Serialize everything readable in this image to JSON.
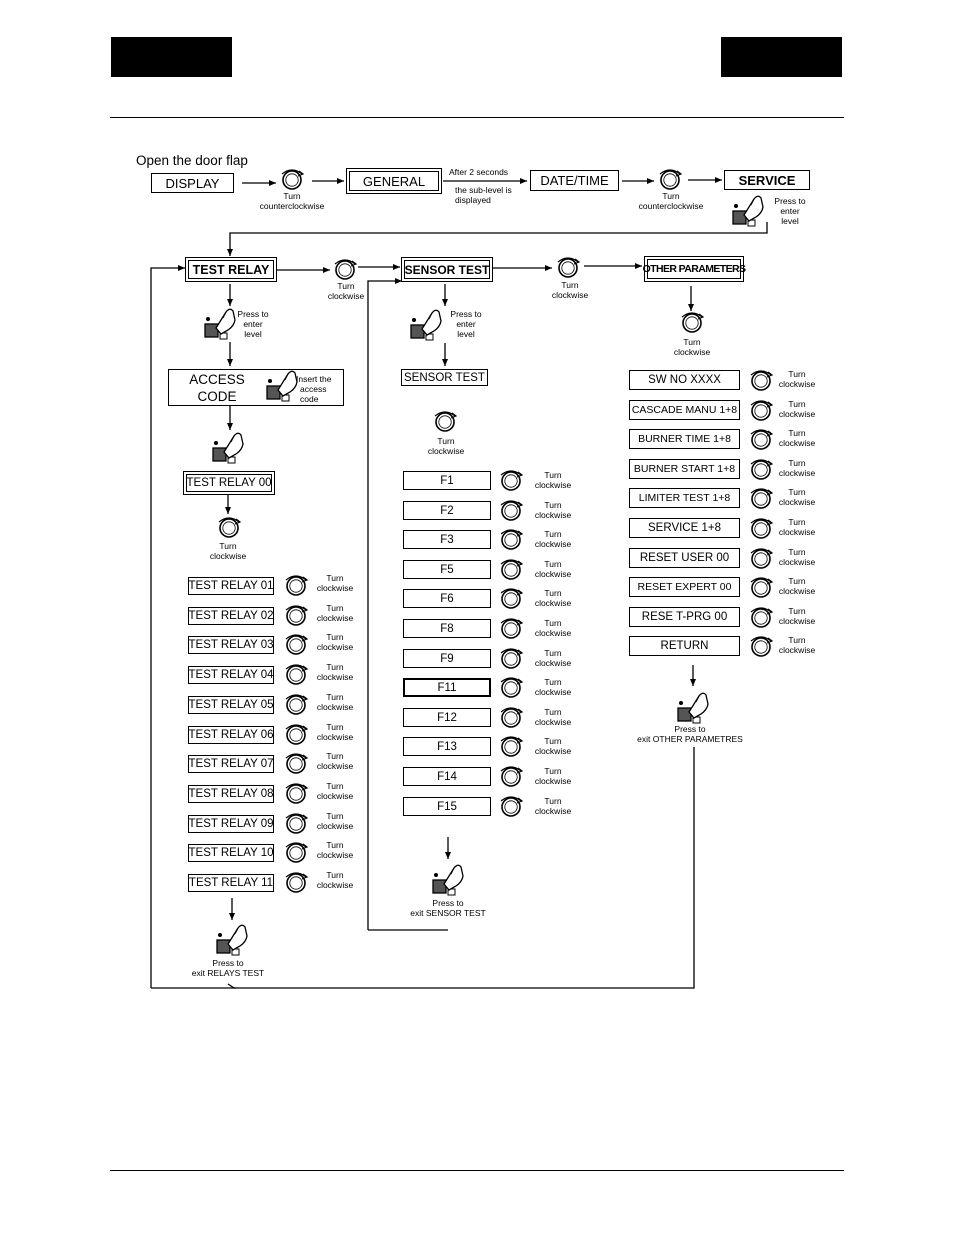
{
  "title": "Open the door flap",
  "top": {
    "display": "DISPLAY",
    "general": "GENERAL",
    "datetime": "DATE/TIME",
    "service": "SERVICE",
    "after_line1": "After 2 seconds",
    "after_line2": "the sub-level is",
    "after_line3": "displayed"
  },
  "common": {
    "turn": "Turn",
    "counterclockwise": "counterclockwise",
    "clockwise": "clockwise",
    "press_to": "Press to",
    "enter": "enter",
    "level": "level",
    "insert": "Insert the",
    "access": "access",
    "code": "code"
  },
  "relay": {
    "title": "TEST RELAY",
    "access1": "ACCESS",
    "access2": "CODE",
    "relay00": "TEST RELAY 00",
    "items": [
      "TEST RELAY 01",
      "TEST RELAY 02",
      "TEST RELAY 03",
      "TEST RELAY 04",
      "TEST RELAY 05",
      "TEST RELAY 06",
      "TEST RELAY 07",
      "TEST RELAY 08",
      "TEST RELAY 09",
      "TEST RELAY 10",
      "TEST RELAY 11"
    ],
    "exit": "exit RELAYS TEST"
  },
  "sensor": {
    "title": "SENSOR TEST",
    "sub": "SENSOR TEST",
    "items": [
      "F1",
      "F2",
      "F3",
      "F5",
      "F6",
      "F8",
      "F9",
      "F11",
      "F12",
      "F13",
      "F14",
      "F15"
    ],
    "exit": "exit  SENSOR TEST"
  },
  "other": {
    "title": "OTHER PARAMETERS",
    "items": [
      "SW NO XXXX",
      "CASCADE MANU 1+8",
      "BURNER TIME 1+8",
      "BURNER START 1+8",
      "LIMITER TEST 1+8",
      "SERVICE 1+8",
      "RESET USER 00",
      "RESET EXPERT 00",
      "RESE T-PRG 00",
      "RETURN"
    ],
    "exit": "exit  OTHER PARAMETRES"
  }
}
